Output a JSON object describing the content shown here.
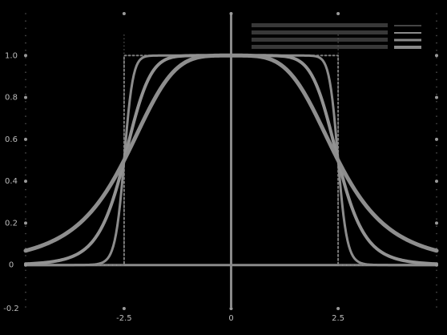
{
  "chart_data": {
    "type": "line",
    "title": "",
    "xlabel": "",
    "ylabel": "",
    "xlim": [
      -4.8,
      4.8
    ],
    "ylim": [
      -0.2,
      1.2
    ],
    "x_ticks": [
      -2.5,
      0,
      2.5
    ],
    "x_tick_labels": [
      "-2.5",
      "0",
      "2.5"
    ],
    "y_ticks": [
      0,
      0.2,
      0.4,
      0.6,
      0.8,
      1.0
    ],
    "y_tick_labels": [
      "0",
      "0.2",
      "0.4",
      "0.6",
      "0.8",
      "1.0"
    ],
    "corner_label": "-0.2",
    "grid": false,
    "legend_position": "top-right",
    "legend_entries": [
      "",
      "",
      "",
      ""
    ],
    "series": [
      {
        "kind": "step",
        "x": [
          -4.8,
          -2.5,
          -2.5,
          2.5,
          2.5,
          4.8
        ],
        "y": [
          0,
          0,
          1,
          1,
          0,
          0
        ]
      },
      {
        "kind": "flat-top",
        "a": 2.5,
        "p": 24,
        "x": [
          -4.8,
          -3.2,
          -3.0,
          -2.8,
          -2.5,
          -2.2,
          -2.0,
          0,
          2.0,
          2.2,
          2.5,
          2.8,
          3.0,
          3.2,
          4.8
        ],
        "y": [
          0.0,
          0.003,
          0.01,
          0.06,
          0.5,
          0.95,
          0.995,
          1.0,
          0.995,
          0.95,
          0.5,
          0.06,
          0.01,
          0.003,
          0.0
        ]
      },
      {
        "kind": "flat-top",
        "a": 2.5,
        "p": 8,
        "x": [
          -4.8,
          -4.0,
          -3.5,
          -3.0,
          -2.5,
          -2.0,
          -1.5,
          -1.0,
          0,
          1.0,
          1.5,
          2.0,
          2.5,
          3.0,
          3.5,
          4.0,
          4.8
        ],
        "y": [
          0.005,
          0.023,
          0.064,
          0.19,
          0.5,
          0.86,
          0.98,
          0.999,
          1.0,
          0.999,
          0.98,
          0.86,
          0.5,
          0.19,
          0.064,
          0.023,
          0.005
        ]
      },
      {
        "kind": "flat-top",
        "a": 2.5,
        "p": 4,
        "x": [
          -4.8,
          -4.0,
          -3.5,
          -3.0,
          -2.5,
          -2.0,
          -1.5,
          -1.0,
          0,
          1.0,
          1.5,
          2.0,
          2.5,
          3.0,
          3.5,
          4.0,
          4.8
        ],
        "y": [
          0.067,
          0.13,
          0.21,
          0.33,
          0.5,
          0.71,
          0.89,
          0.98,
          1.0,
          0.98,
          0.89,
          0.71,
          0.5,
          0.33,
          0.21,
          0.13,
          0.067
        ]
      }
    ]
  }
}
